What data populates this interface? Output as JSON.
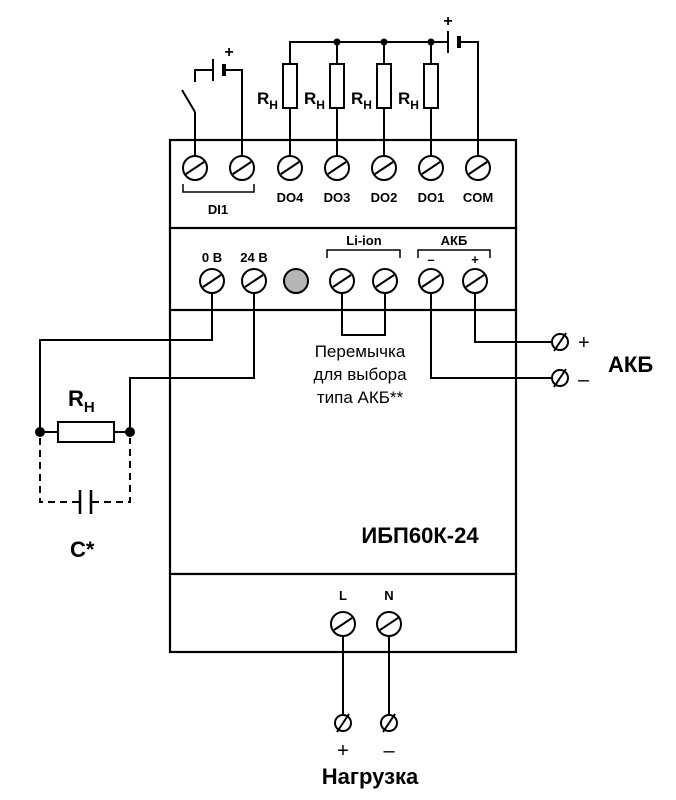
{
  "device": {
    "model": "ИБП60К-24"
  },
  "terminals_top": [
    {
      "id": "di1a",
      "label": ""
    },
    {
      "id": "di1b",
      "label": ""
    },
    {
      "id": "do4",
      "label": "DO4"
    },
    {
      "id": "do3",
      "label": "DO3"
    },
    {
      "id": "do2",
      "label": "DO2"
    },
    {
      "id": "do1",
      "label": "DO1"
    },
    {
      "id": "com",
      "label": "COM"
    }
  ],
  "di_group_label": "DI1",
  "terminals_mid": [
    {
      "id": "0v",
      "label": "0 В"
    },
    {
      "id": "24v",
      "label": "24 В"
    },
    {
      "id": "blank",
      "label": ""
    },
    {
      "id": "liion1",
      "label": ""
    },
    {
      "id": "liion2",
      "label": ""
    },
    {
      "id": "akb_minus",
      "label": "–"
    },
    {
      "id": "akb_plus",
      "label": "+"
    }
  ],
  "group_labels": {
    "li_ion": "Li-ion",
    "akb": "АКБ"
  },
  "terminals_bottom": [
    {
      "id": "L",
      "label": "L"
    },
    {
      "id": "N",
      "label": "N"
    }
  ],
  "jumper_note": [
    "Перемычка",
    "для выбора",
    "типа АКБ**"
  ],
  "resistor_label": {
    "main": "R",
    "sub": "Н"
  },
  "capacitor_label": "C*",
  "battery_label": "АКБ",
  "battery_polarity": {
    "plus": "+",
    "minus": "–"
  },
  "load_label": "Нагрузка",
  "load_polarity": {
    "plus": "+",
    "minus": "–"
  },
  "supply_polarity_plus": "+"
}
